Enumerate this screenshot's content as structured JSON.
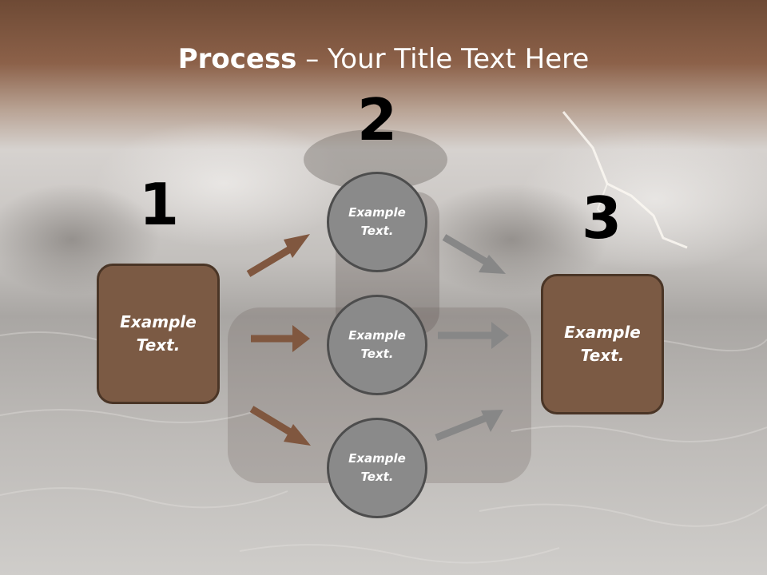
{
  "title": {
    "bold": "Process",
    "rest": " – Your Title Text Here"
  },
  "steps": [
    {
      "number": "1",
      "box_text": "Example\nText."
    },
    {
      "number": "2",
      "circles": [
        "Example\nText.",
        "Example\nText.",
        "Example\nText."
      ]
    },
    {
      "number": "3",
      "box_text": "Example\nText."
    }
  ],
  "colors": {
    "header_brown": "#8b5f45",
    "box_brown": "#7b5a44",
    "circle_gray": "#8a8a8a",
    "arrow_brown": "#80573f",
    "arrow_gray": "#878787"
  }
}
